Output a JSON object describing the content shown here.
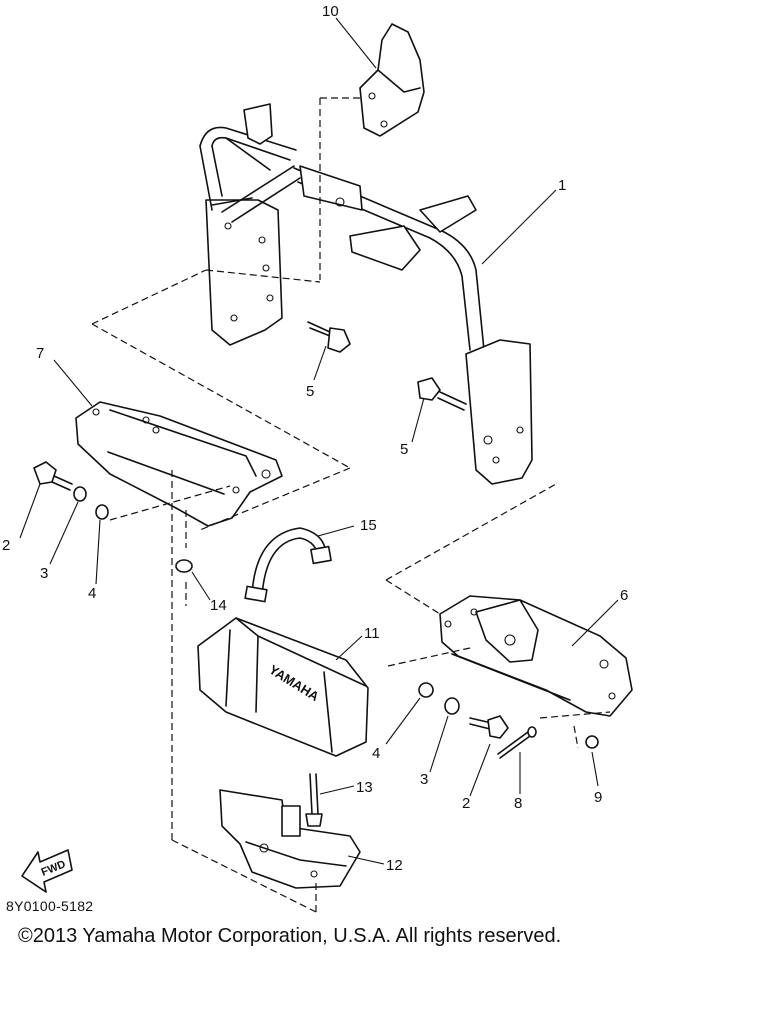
{
  "callouts": {
    "p1": "1",
    "p2a": "2",
    "p2b": "2",
    "p3a": "3",
    "p3b": "3",
    "p4a": "4",
    "p4b": "4",
    "p5a": "5",
    "p5b": "5",
    "p6": "6",
    "p7": "7",
    "p8": "8",
    "p9": "9",
    "p10": "10",
    "p11": "11",
    "p12": "12",
    "p13": "13",
    "p14": "14",
    "p15": "15"
  },
  "fwd_label": "FWD",
  "battery_brand": "YAMAHA",
  "diagram_code": "8Y0100-5182",
  "copyright": "©2013 Yamaha Motor Corporation, U.S.A. All rights reserved."
}
